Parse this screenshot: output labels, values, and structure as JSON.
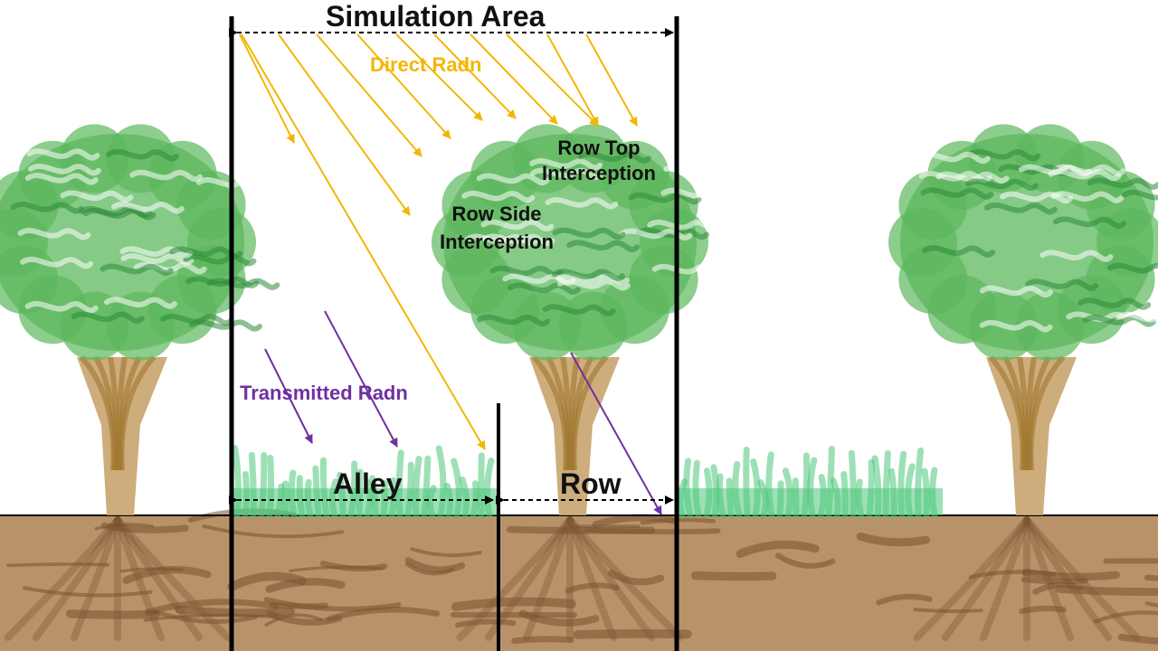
{
  "labels": {
    "simulation_area": "Simulation Area",
    "direct_radn": "Direct Radn",
    "row_top_line1": "Row Top",
    "row_top_line2": "Interception",
    "row_side_line1": "Row Side",
    "row_side_line2": "Interception",
    "transmitted_radn": "Transmitted Radn",
    "alley": "Alley",
    "row": "Row"
  },
  "colors": {
    "direct_radn": "#f2b705",
    "transmitted_radn": "#7030a0",
    "canopy": "#5cb85c",
    "canopy_dark": "#2e8b3a",
    "trunk": "#c8a46e",
    "trunk_dark": "#a0772e",
    "grass": "#4cc77a",
    "soil": "#b8936a",
    "soil_dark": "#7a5230",
    "boundary": "#000000"
  },
  "icons": [
    "tree-icon",
    "grass-icon",
    "soil-texture",
    "arrow-icon"
  ]
}
